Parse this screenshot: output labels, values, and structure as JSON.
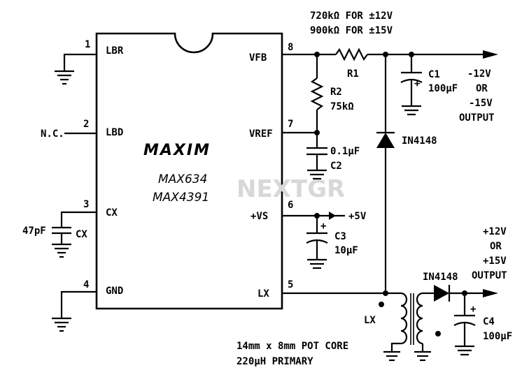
{
  "chip": {
    "logo": "MAXIM",
    "part1": "MAX634",
    "part2": "MAX4391",
    "pins": {
      "p1": "1",
      "p2": "2",
      "p3": "3",
      "p4": "4",
      "p5": "5",
      "p6": "6",
      "p7": "7",
      "p8": "8"
    },
    "labels": {
      "lbr": "LBR",
      "lbd": "LBD",
      "cx": "CX",
      "gnd": "GND",
      "vfb": "VFB",
      "vref": "VREF",
      "vs": "+VS",
      "lx": "LX"
    }
  },
  "watermark": "NEXTGR",
  "components": {
    "nc": "N.C.",
    "c_ext_value": "47pF",
    "c_ext_name": "CX",
    "r1": "R1",
    "r1_note_1": "720kΩ FOR ±12V",
    "r1_note_2": "900kΩ FOR ±15V",
    "r2": "R2",
    "r2_value": "75kΩ",
    "c2_value": "0.1µF",
    "c2": "C2",
    "c1": "C1",
    "c1_value": "100µF",
    "c3": "C3",
    "c3_value": "10µF",
    "c4": "C4",
    "c4_value": "100µF",
    "d1": "IN4148",
    "d2": "IN4148",
    "vin": "+5V",
    "lx": "LX",
    "core_1": "14mm x 8mm POT CORE",
    "core_2": "220µH PRIMARY",
    "polarity": "+"
  },
  "outputs": {
    "neg_1": "-12V",
    "neg_2": "OR",
    "neg_3": "-15V",
    "neg_4": "OUTPUT",
    "pos_1": "+12V",
    "pos_2": "OR",
    "pos_3": "+15V",
    "pos_4": "OUTPUT"
  }
}
